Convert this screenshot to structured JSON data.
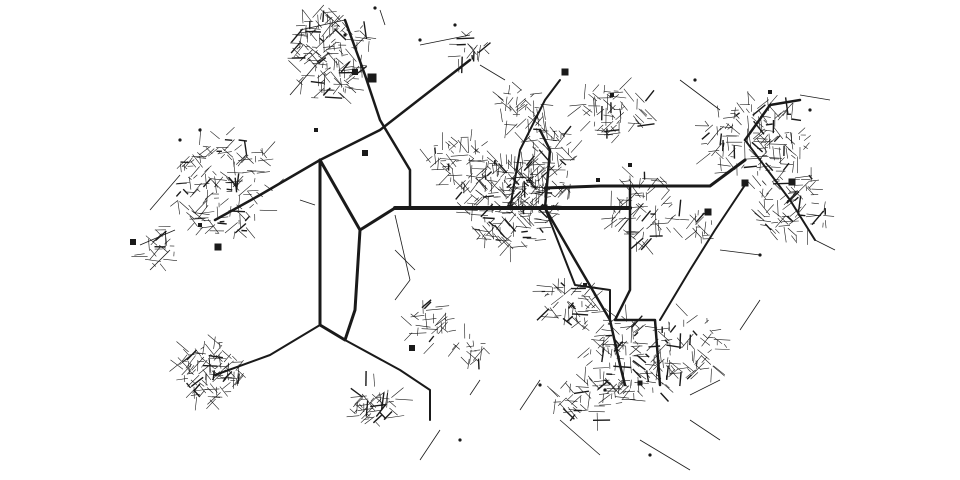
{
  "background_color": "#ffffff",
  "ink_color": "#1a1a1a",
  "network": {
    "nodes": [
      {
        "id": "hub-center",
        "label": ""
      },
      {
        "id": "hub-north",
        "label": ""
      },
      {
        "id": "hub-west",
        "label": ""
      },
      {
        "id": "hub-southwest",
        "label": ""
      },
      {
        "id": "hub-south",
        "label": ""
      },
      {
        "id": "hub-southeast",
        "label": ""
      },
      {
        "id": "hub-east",
        "label": ""
      },
      {
        "id": "hub-east-mid",
        "label": ""
      },
      {
        "id": "hub-north-center",
        "label": ""
      }
    ]
  }
}
